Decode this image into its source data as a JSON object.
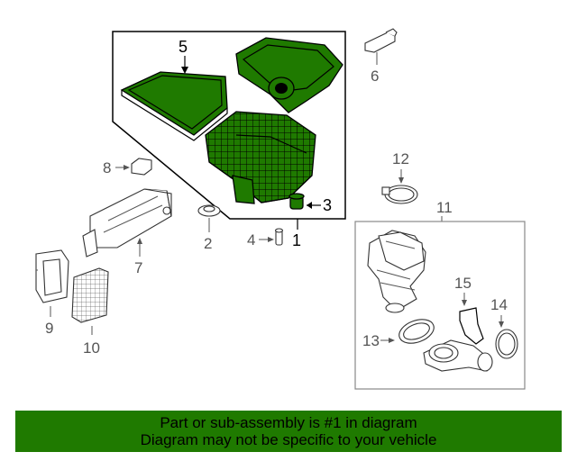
{
  "callouts": {
    "c1": "1",
    "c2": "2",
    "c3": "3",
    "c4": "4",
    "c5": "5",
    "c6": "6",
    "c7": "7",
    "c8": "8",
    "c9": "9",
    "c10": "10",
    "c11": "11",
    "c12": "12",
    "c13": "13",
    "c14": "14",
    "c15": "15"
  },
  "banner": {
    "line1": "Part or sub-assembly is #1 in diagram",
    "line2": "Diagram may not be specific to your vehicle"
  },
  "colors": {
    "highlight": "#1f7a00",
    "banner_bg": "#1f7a00",
    "line": "#555555"
  }
}
